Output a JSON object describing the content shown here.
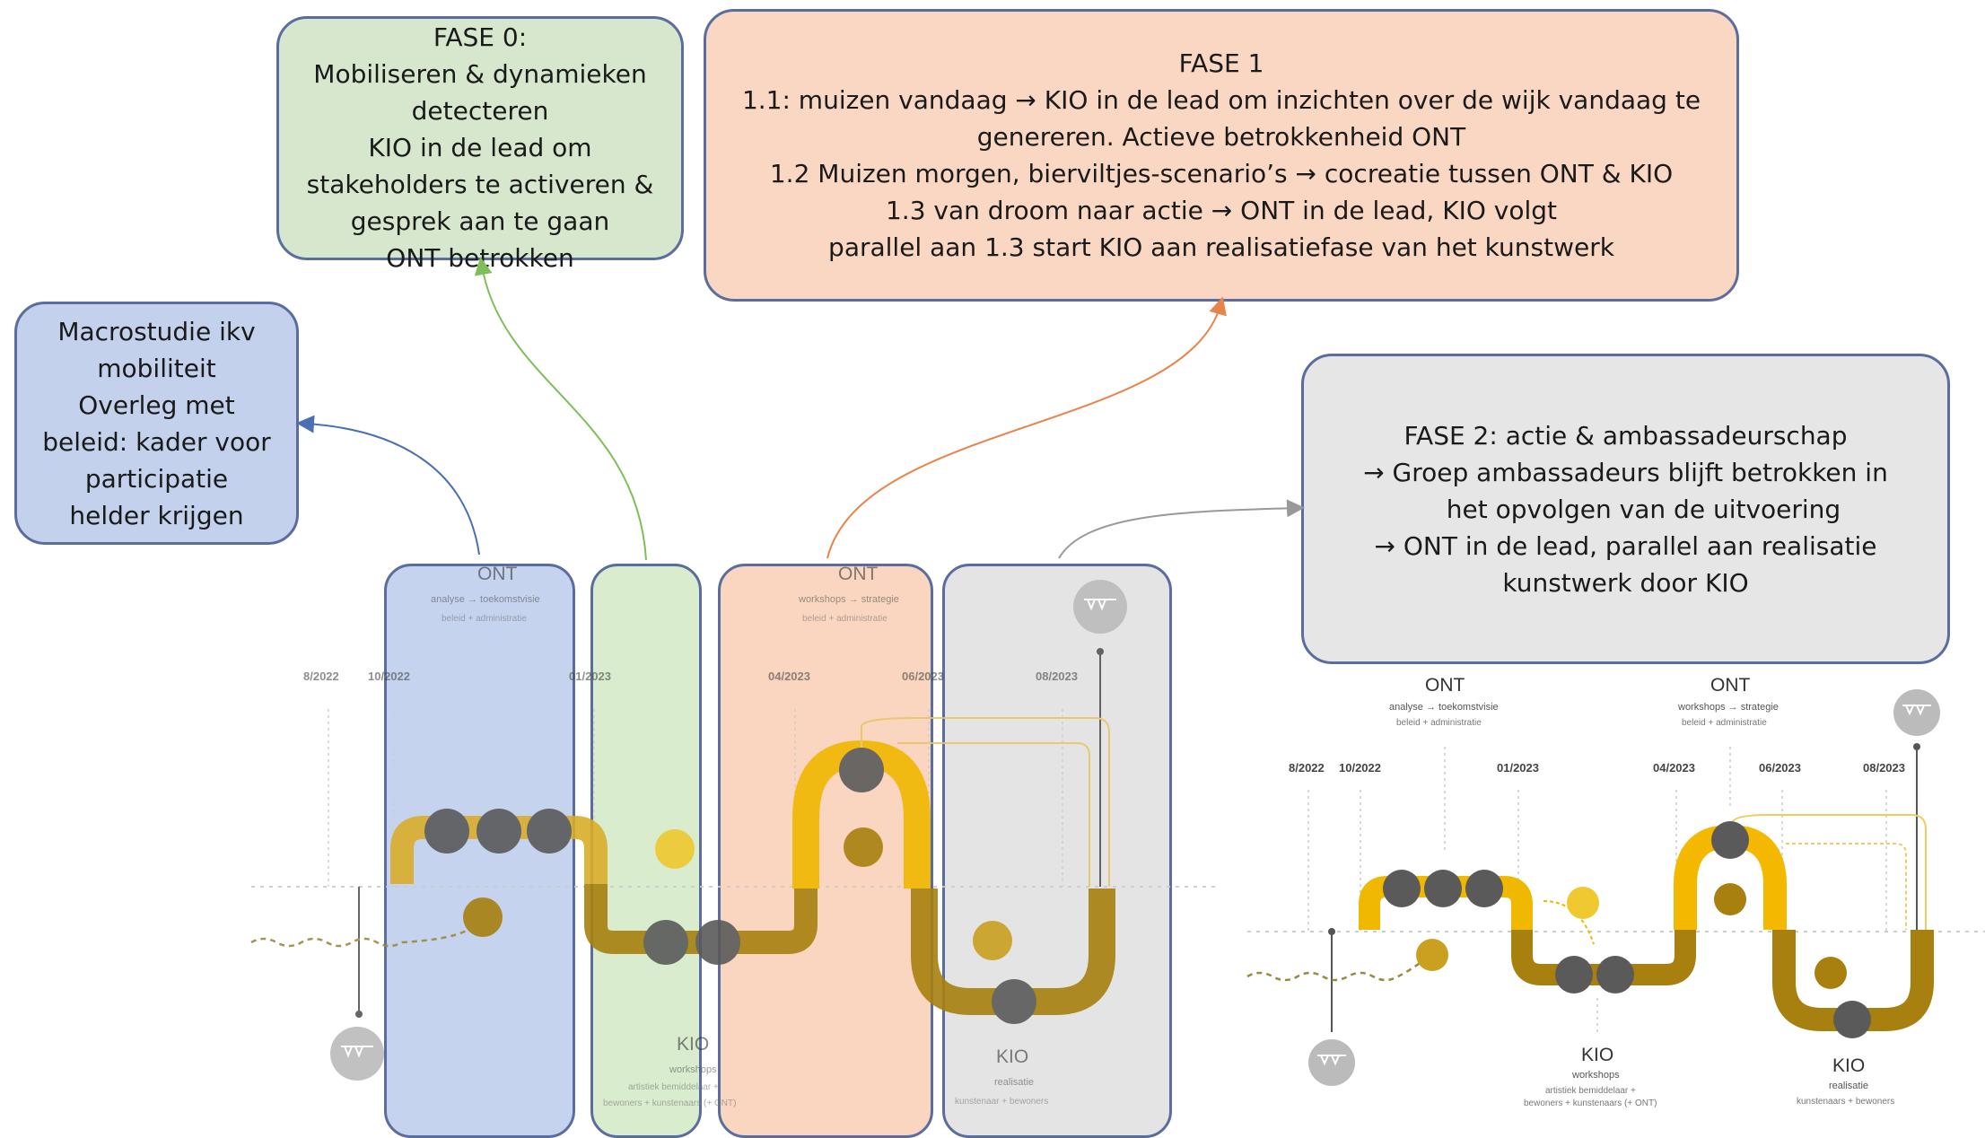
{
  "boxes": {
    "fase0": [
      "FASE 0:",
      "Mobiliseren & dynamieken",
      "detecteren",
      "KIO in de lead om",
      "stakeholders te activeren &",
      "gesprek aan te gaan",
      "ONT betrokken"
    ],
    "fase1": [
      "FASE 1",
      "1.1:  muizen vandaag → KIO in de lead om inzichten over de wijk vandaag te",
      "genereren. Actieve betrokkenheid ONT",
      "1.2 Muizen morgen, bierviltjes-scenario’s → cocreatie tussen ONT & KIO",
      "1.3 van droom naar actie → ONT in de lead, KIO volgt",
      "parallel aan 1.3 start KIO aan realisatiefase van het kunstwerk"
    ],
    "macro": [
      "Macrostudie ikv",
      "mobiliteit",
      "Overleg met",
      "beleid: kader voor",
      "participatie",
      "helder krijgen"
    ],
    "fase2": [
      "FASE 2: actie & ambassadeurschap",
      "→  Groep ambassadeurs blijft betrokken in",
      "het opvolgen van de uitvoering",
      "→  ONT in de lead, parallel aan realisatie",
      "kunstwerk door KIO"
    ]
  },
  "timeline_left": {
    "dates": [
      "8/2022",
      "10/2022",
      "01/2023",
      "04/2023",
      "06/2023",
      "08/2023"
    ],
    "ont1": {
      "title": "ONT",
      "sub1": "analyse → toekomstvisie",
      "sub2": "beleid + administratie"
    },
    "ont2": {
      "title": "ONT",
      "sub1": "workshops → strategie",
      "sub2": "beleid + administratie"
    },
    "kio1": {
      "title": "KIO",
      "sub1": "workshops",
      "sub2": "artistiek bemiddelaar +",
      "sub3": "bewoners + kunstenaars (+ ONT)"
    },
    "kio2": {
      "title": "KIO",
      "sub1": "realisatie",
      "sub2": "kunstenaar + bewoners"
    }
  },
  "timeline_right": {
    "dates": [
      "8/2022",
      "10/2022",
      "01/2023",
      "04/2023",
      "06/2023",
      "08/2023"
    ],
    "ont1": {
      "title": "ONT",
      "sub1": "analyse → toekomstvisie",
      "sub2": "beleid + administratie"
    },
    "ont2": {
      "title": "ONT",
      "sub1": "workshops → strategie",
      "sub2": "beleid + administratie"
    },
    "kio1": {
      "title": "KIO",
      "sub1": "workshops",
      "sub2": "artistiek bemiddelaar +",
      "sub3": "bewoners + kunstenaars (+ ONT)"
    },
    "kio2": {
      "title": "KIO",
      "sub1": "realisatie",
      "sub2": "kunstenaars + bewoners"
    }
  },
  "colors": {
    "phase0": "#d7e7cd",
    "phase1": "#fad7c3",
    "macro": "#c3d1ec",
    "phase2": "#e6e6e6",
    "border": "#5a6d9e",
    "ont_track": "#f5b800",
    "kio_track": "#a77a07",
    "arrow_blue": "#4a6fb5",
    "arrow_green": "#7fbf5a",
    "arrow_orange": "#e8834a",
    "arrow_gray": "#999999"
  }
}
